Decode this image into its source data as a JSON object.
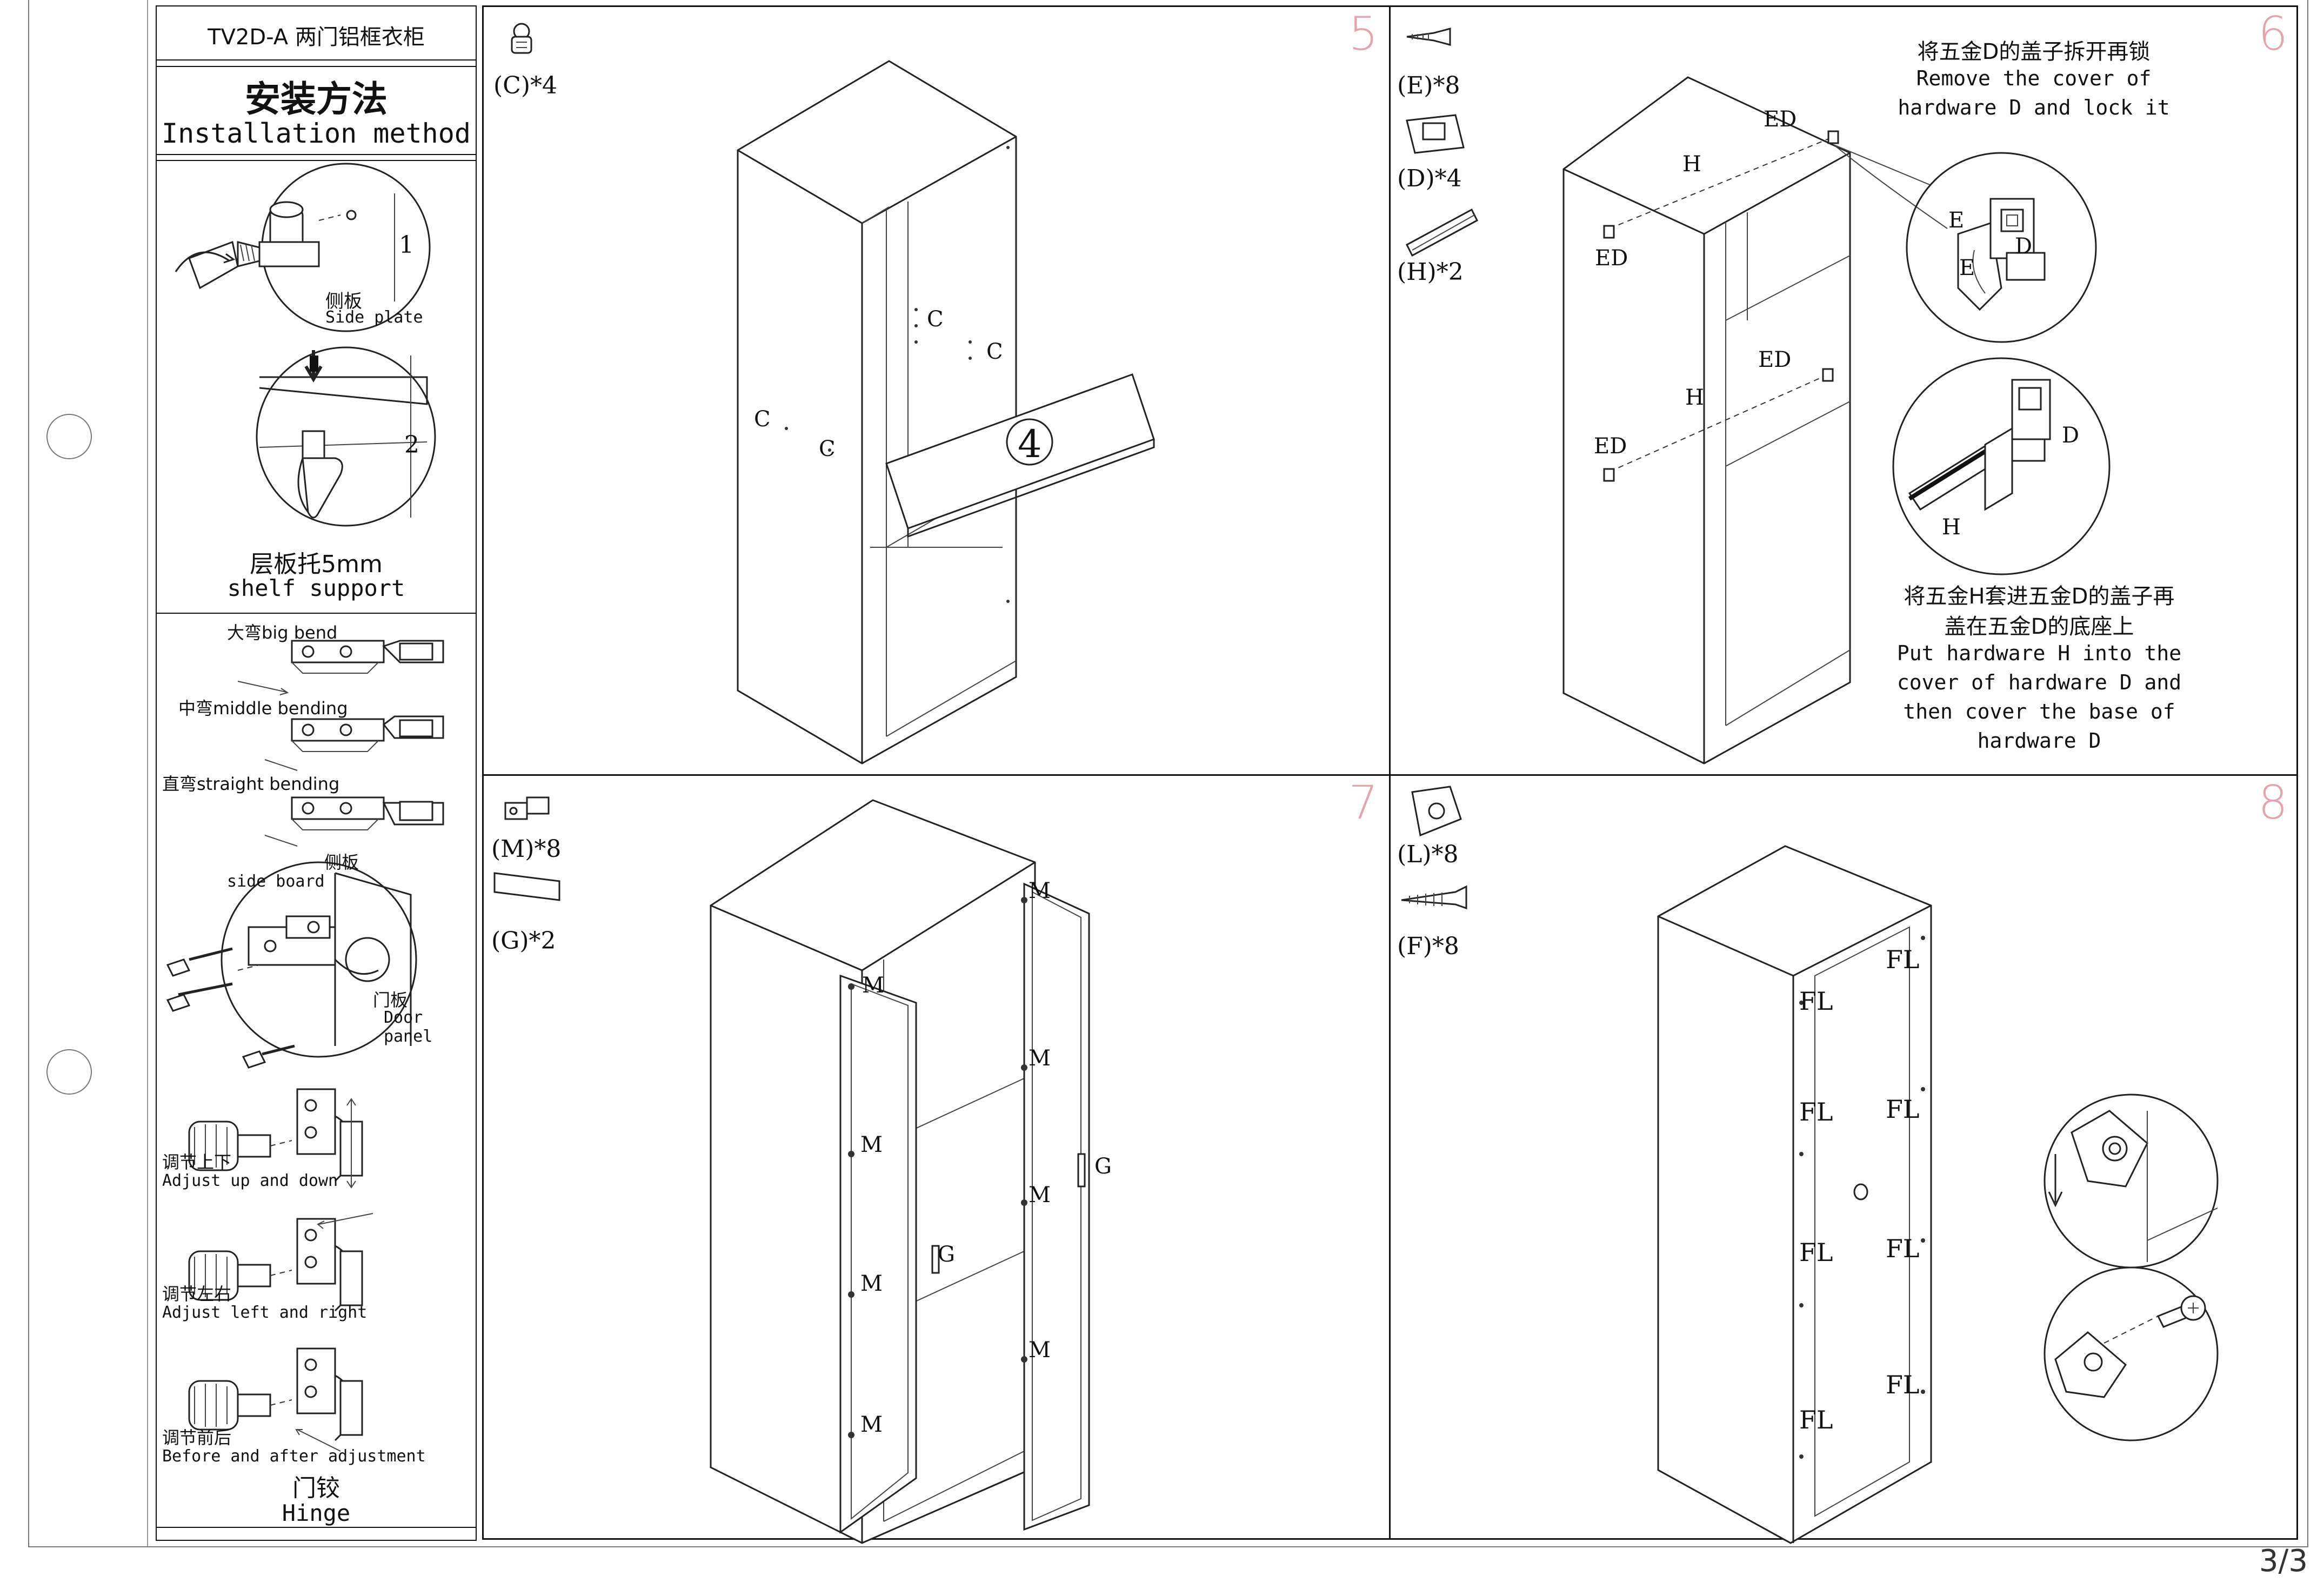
{
  "header": {
    "model": "TV2D-A 两门铝框衣柜",
    "title_cn": "安装方法",
    "title_en": "Installation method"
  },
  "shelf_support": {
    "step1": "1",
    "step2": "2",
    "side_plate_cn": "侧板",
    "side_plate_en": "Side plate",
    "caption_cn": "层板托5mm",
    "caption_en": "shelf support"
  },
  "hinge": {
    "big_bend": "大弯big bend",
    "middle_bending": "中弯middle bending",
    "straight_bending": "直弯straight bending",
    "side_board_cn": "侧板",
    "side_board_en": "side board",
    "door_panel_cn": "门板",
    "door_panel_en": "Door panel",
    "updown_cn": "调节上下",
    "updown_en": "Adjust up and down",
    "leftright_cn": "调节左右",
    "leftright_en": "Adjust left and right",
    "frontback_cn": "调节前后",
    "frontback_en": "Before and after adjustment",
    "caption_cn": "门铰",
    "caption_en": "Hinge"
  },
  "panels": {
    "p5": {
      "number": "5",
      "parts": [
        "(C)*4"
      ],
      "labels": [
        "C",
        "C",
        "C",
        "C"
      ],
      "shelf_number": "4"
    },
    "p6": {
      "number": "6",
      "parts": [
        "(E)*8",
        "(D)*4",
        "(H)*2"
      ],
      "labels": {
        "ed": "ED",
        "h": "H",
        "e": "E",
        "d": "D"
      },
      "note1_cn": "将五金D的盖子拆开再锁",
      "note1_en_1": "Remove the cover of",
      "note1_en_2": "hardware D and lock it",
      "note2_cn_1": "将五金H套进五金D的盖子再",
      "note2_cn_2": "盖在五金D的底座上",
      "note2_en_1": "Put hardware H into the",
      "note2_en_2": "cover of hardware D and",
      "note2_en_3": "then cover the base of",
      "note2_en_4": "hardware D"
    },
    "p7": {
      "number": "7",
      "parts": [
        "(M)*8",
        "(G)*2"
      ],
      "labels": {
        "m": "M",
        "g": "G"
      }
    },
    "p8": {
      "number": "8",
      "parts": [
        "(L)*8",
        "(F)*8"
      ],
      "labels": {
        "fl": "FL"
      }
    }
  },
  "footer": {
    "page": "3/3"
  }
}
